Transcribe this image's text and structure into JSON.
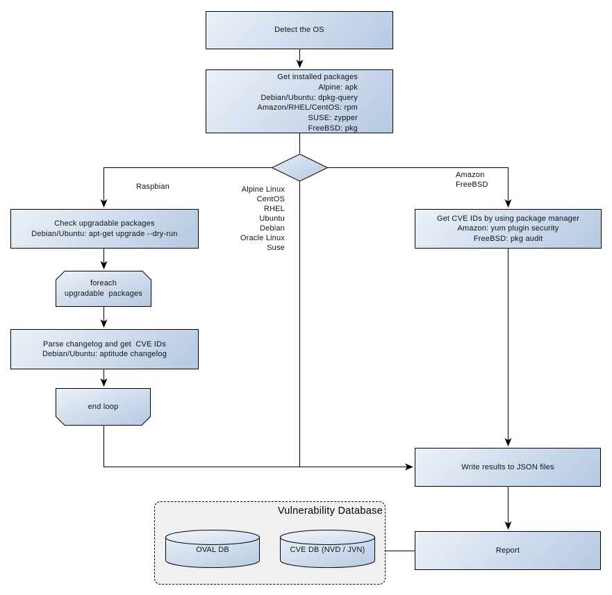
{
  "palette": {
    "node_fill_light": "#ecf1f8",
    "node_fill_dark": "#b5c9e2",
    "node_border": "#000000",
    "connector": "#000000",
    "group_bg": "#f0f0f0",
    "canvas_bg": "#ffffff",
    "text": "#111111"
  },
  "nodes": {
    "detect_os": {
      "label": "Detect the OS"
    },
    "get_installed_packages": {
      "label": "Get installed packages\nAlpine: apk\nDebian/Ubuntu: dpkg-query\nAmazon/RHEL/CentOS: rpm\nSUSE: zypper\nFreeBSD: pkg"
    },
    "check_upgradable": {
      "label": "Check upgradable packages\nDebian/Ubuntu: apt-get upgrade --dry-run"
    },
    "foreach_loop": {
      "label": "foreach\nupgradable  packages"
    },
    "parse_changelog": {
      "label": "Parse changelog and get  CVE IDs\nDebian/Ubuntu: aptitude changelog"
    },
    "end_loop": {
      "label": "end loop"
    },
    "get_cve_ids": {
      "label": "Get CVE IDs by using package manager\nAmazon: yum plugin security\nFreeBSD: pkg audit"
    },
    "write_results": {
      "label": "Write results to JSON files"
    },
    "report": {
      "label": "Report"
    }
  },
  "branch_labels": {
    "left": "Raspbian",
    "middle": "Alpine Linux\nCentOS\nRHEL\nUbuntu\nDebian\nOracle Linux\nSuse",
    "right": "Amazon\nFreeBSD"
  },
  "database_group": {
    "title": "Vulnerability Database",
    "cylinders": [
      {
        "label": "OVAL DB"
      },
      {
        "label": "CVE DB (NVD / JVN)"
      }
    ]
  }
}
